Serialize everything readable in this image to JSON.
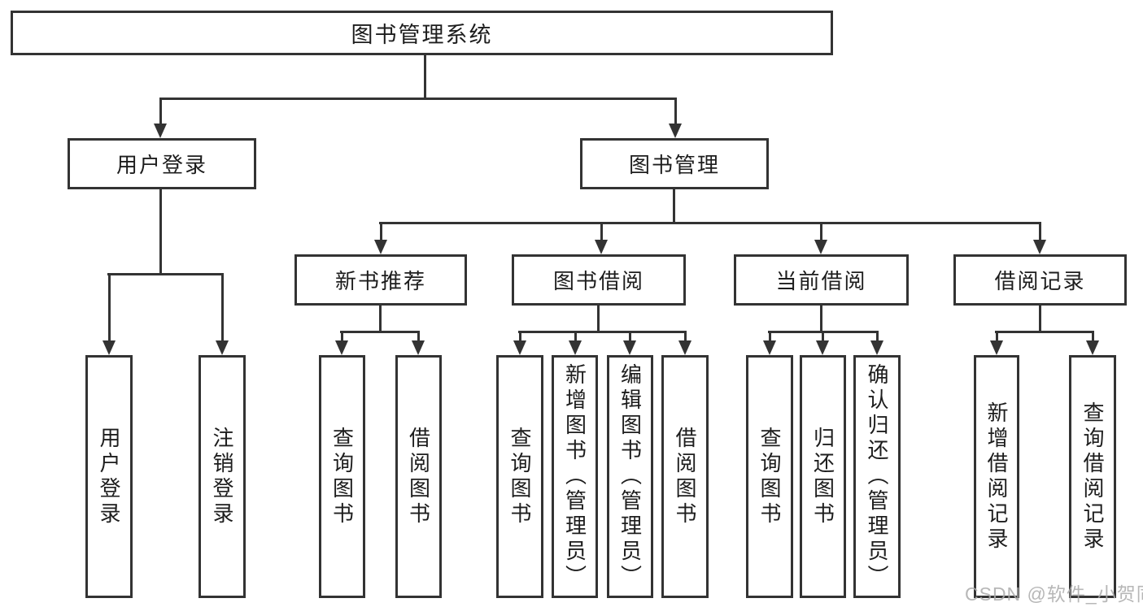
{
  "tree": {
    "label": "图书管理系统",
    "children": [
      {
        "label": "用户登录",
        "children": [
          {
            "label": "用户登录"
          },
          {
            "label": "注销登录"
          }
        ]
      },
      {
        "label": "图书管理",
        "children": [
          {
            "label": "新书推荐",
            "children": [
              {
                "label": "查询图书"
              },
              {
                "label": "借阅图书"
              }
            ]
          },
          {
            "label": "图书借阅",
            "children": [
              {
                "label": "查询图书"
              },
              {
                "label": "新增图书（管理员）"
              },
              {
                "label": "编辑图书（管理员）"
              },
              {
                "label": "借阅图书"
              }
            ]
          },
          {
            "label": "当前借阅",
            "children": [
              {
                "label": "查询图书"
              },
              {
                "label": "归还图书"
              },
              {
                "label": "确认归还（管理员）"
              }
            ]
          },
          {
            "label": "借阅记录",
            "children": [
              {
                "label": "新增借阅记录"
              },
              {
                "label": "查询借阅记录"
              }
            ]
          }
        ]
      }
    ]
  },
  "watermark": {
    "text": "CSDN @软件_小贺同学"
  },
  "colors": {
    "line": "#333333",
    "text": "#1d1d1d",
    "background": "#ffffff",
    "watermark": "#ababab"
  }
}
